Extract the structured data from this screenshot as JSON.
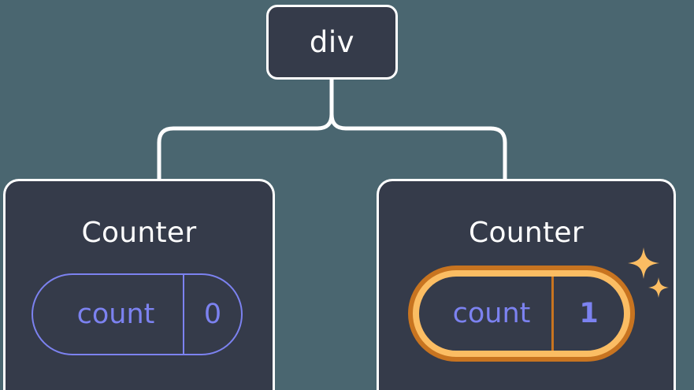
{
  "diagram": {
    "type": "component-tree",
    "background_color": "#4a6670",
    "node_fill_color": "#353b4a",
    "node_border_color": "#ffffff",
    "state_accent_color": "#7c82f0",
    "highlight_outer_color": "#c87420",
    "highlight_inner_color": "#fbbd63",
    "root": {
      "label": "div"
    },
    "children": [
      {
        "label": "Counter",
        "state": {
          "key": "count",
          "value": "0"
        },
        "highlighted": false
      },
      {
        "label": "Counter",
        "state": {
          "key": "count",
          "value": "1"
        },
        "highlighted": true,
        "sparkle_icons": [
          "sparkle-large-icon",
          "sparkle-small-icon"
        ]
      }
    ]
  }
}
